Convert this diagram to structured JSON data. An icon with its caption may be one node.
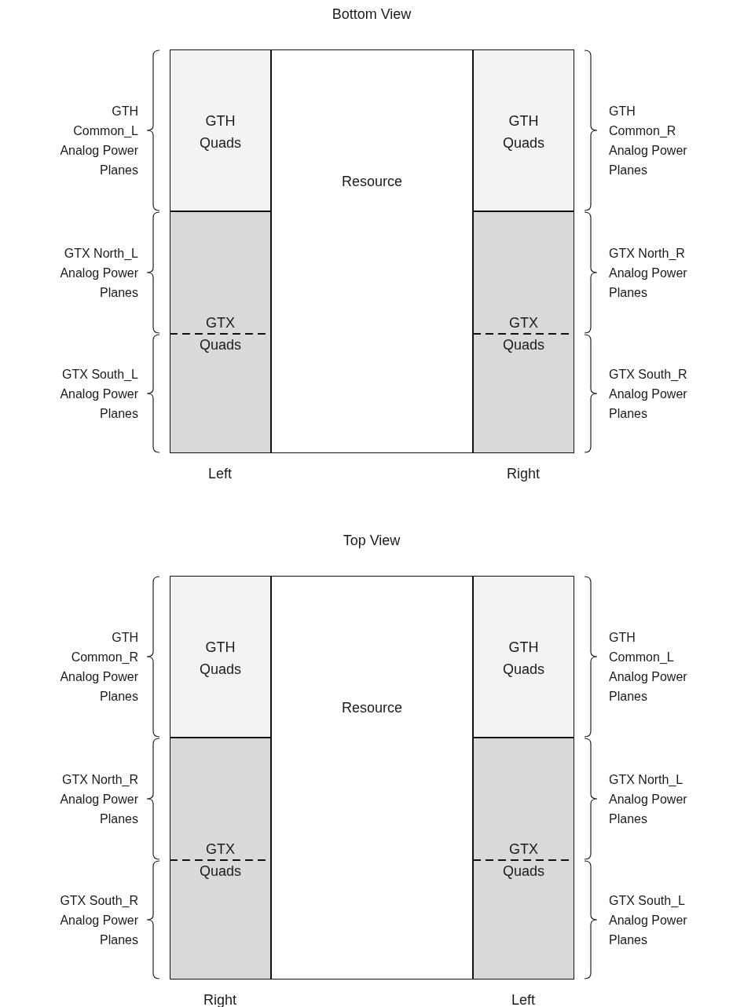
{
  "diagram": {
    "nodes": [
      {
        "text": [
          "GTH Quads"
        ]
      },
      {
        "text": [
          "Resource"
        ]
      },
      {
        "text": [
          "GTH Quads"
        ]
      },
      {
        "text": [
          "GTX Quads"
        ]
      },
      {
        "text": [
          "GTX Quads"
        ]
      },
      {
        "text": [
          "GTH Quads"
        ]
      },
      {
        "text": [
          "Resource"
        ]
      },
      {
        "text": [
          "GTH Quads"
        ]
      },
      {
        "text": [
          "GTX Quads"
        ]
      },
      {
        "text": [
          "GTX Quads"
        ]
      }
    ],
    "edges": [],
    "labels": [
      "Bottom View",
      "GTH Common_L Analog Power Planes",
      "GTH Common_R Analog Power Planes",
      "GTX North_L Analog Power Planes",
      "GTX North_R Analog Power Planes",
      "GTX South_L Analog Power Planes",
      "GTX South_R Analog Power Planes",
      "Left",
      "Right",
      "Top View",
      "GTH Common_R Analog Power Planes",
      "GTH Common_L Analog Power Planes",
      "GTX North_R Analog Power Planes",
      "GTX North_L Analog Power Planes",
      "GTX South_R Analog Power Planes",
      "GTX South_L Analog Power Planes",
      "Right",
      "Left"
    ]
  }
}
